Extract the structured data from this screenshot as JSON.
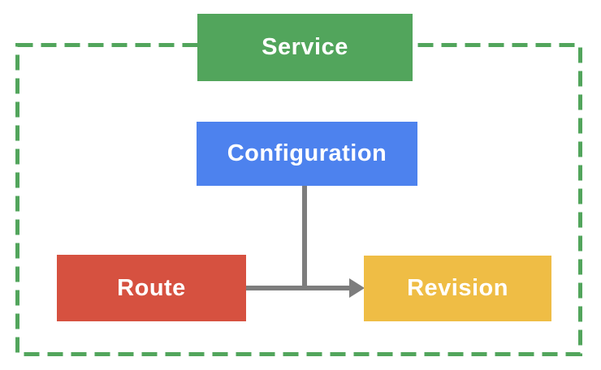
{
  "diagram": {
    "nodes": [
      {
        "id": "service",
        "label": "Service",
        "color": "#52A55C"
      },
      {
        "id": "configuration",
        "label": "Configuration",
        "color": "#4D82EE"
      },
      {
        "id": "route",
        "label": "Route",
        "color": "#D65140"
      },
      {
        "id": "revision",
        "label": "Revision",
        "color": "#EFBD45"
      }
    ],
    "edges": [
      {
        "from": "configuration",
        "to": "revision",
        "style": "solid",
        "arrow": false
      },
      {
        "from": "route",
        "to": "revision",
        "style": "solid",
        "arrow": true
      }
    ],
    "boundary": {
      "style": "dashed",
      "color": "#52A55C",
      "encloses": [
        "configuration",
        "route",
        "revision"
      ],
      "overlapped_by": [
        "service"
      ]
    },
    "colors": {
      "background": "#FFFFFF",
      "text": "#FFFFFF",
      "connector": "#7D7D7D",
      "border": "#52A55C"
    }
  }
}
